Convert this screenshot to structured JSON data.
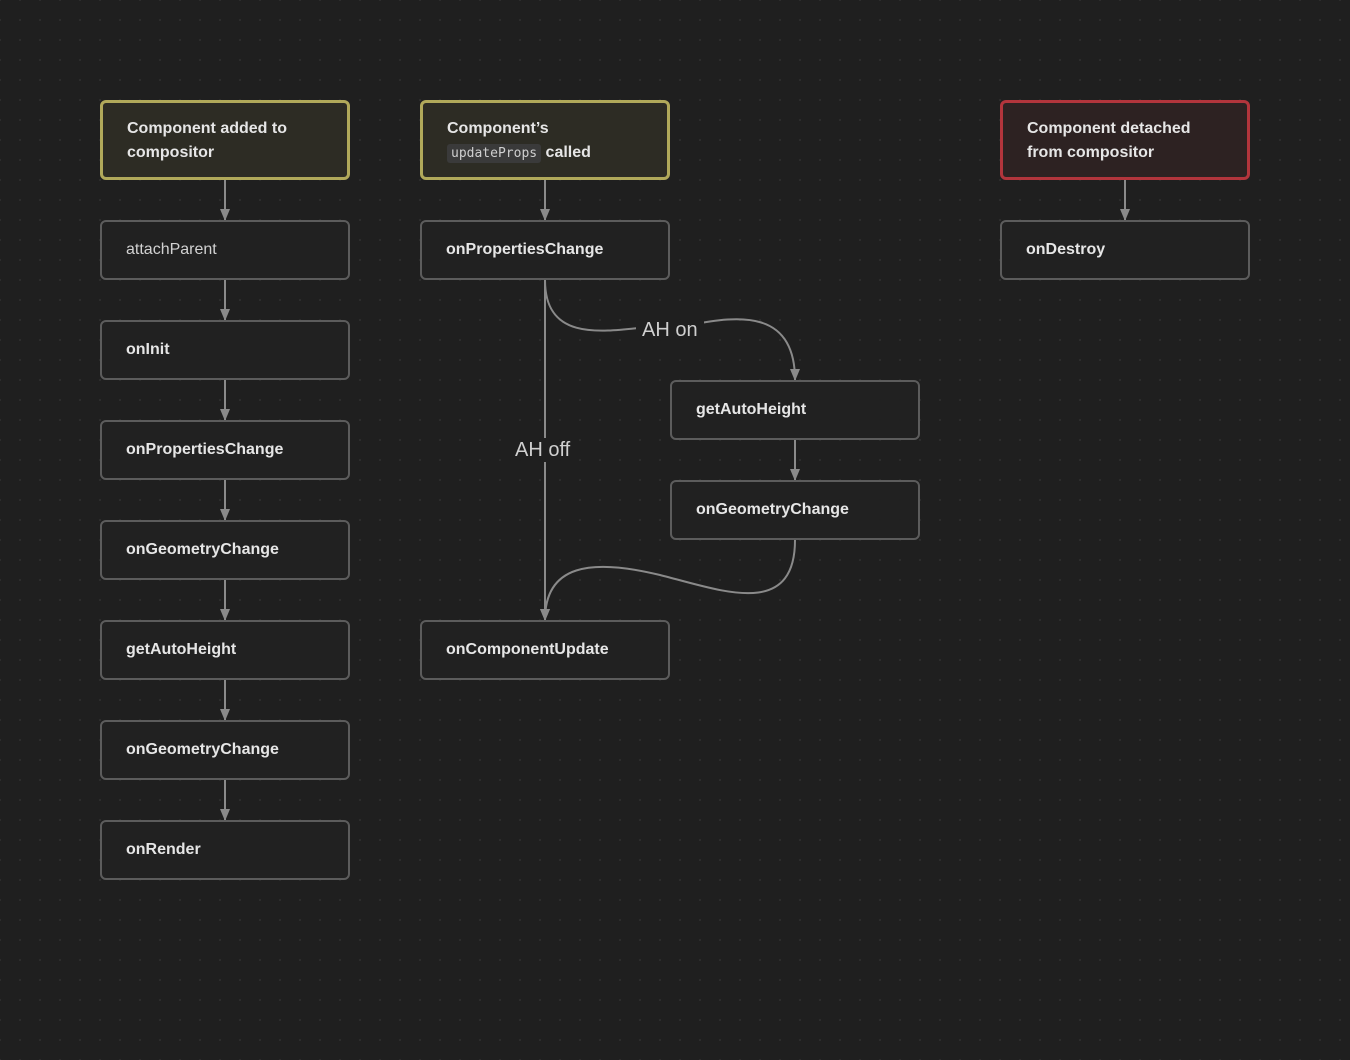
{
  "columns": {
    "added": {
      "trigger_line1": "Component added to",
      "trigger_line2": "compositor",
      "steps": [
        "attachParent",
        "onInit",
        "onPropertiesChange",
        "onGeometryChange",
        "getAutoHeight",
        "onGeometryChange",
        "onRender"
      ]
    },
    "update": {
      "trigger_prefix": "Component’s",
      "trigger_code": "updateProps",
      "trigger_suffix": "called",
      "step_properties": "onPropertiesChange",
      "step_autoheight": "getAutoHeight",
      "step_geometry": "onGeometryChange",
      "step_update": "onComponentUpdate",
      "label_on": "AH on",
      "label_off": "AH off"
    },
    "detached": {
      "trigger_line1": "Component detached",
      "trigger_line2": "from compositor",
      "step_destroy": "onDestroy"
    }
  },
  "colors": {
    "edge": "#8a8a8a",
    "trigger_yellow": "#b1a95a",
    "trigger_red": "#b2353c"
  }
}
